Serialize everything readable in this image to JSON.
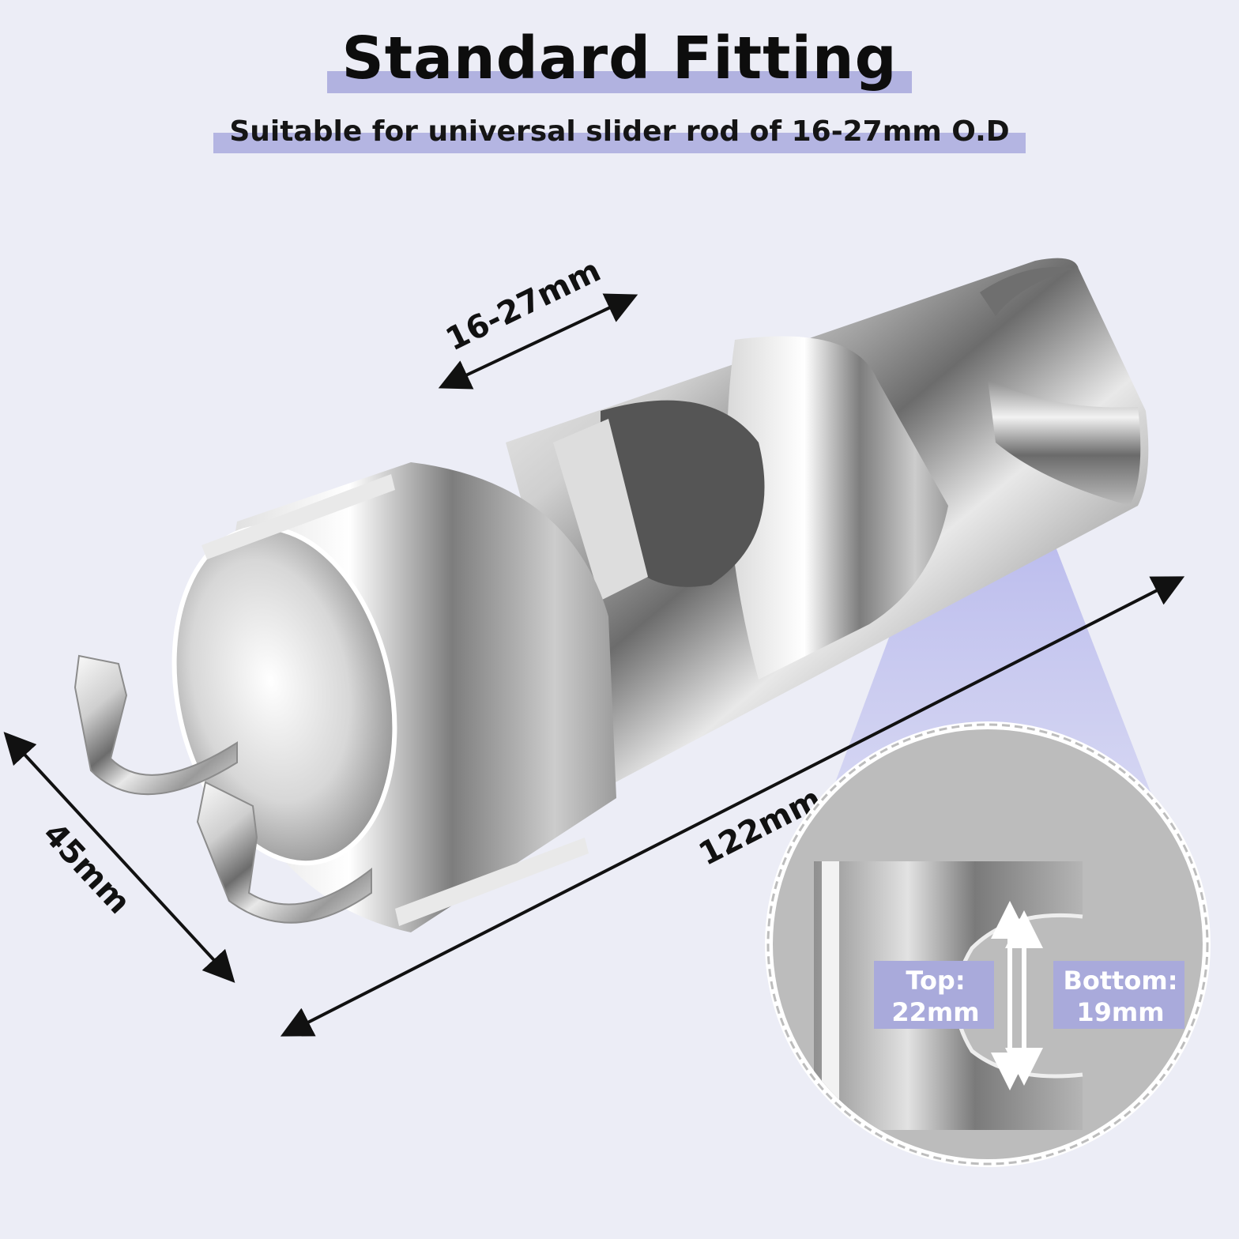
{
  "header": {
    "title": "Standard Fitting",
    "subtitle": "Suitable for universal slider rod of 16-27mm O.D"
  },
  "dimensions": {
    "rod_range": "16-27mm",
    "height": "45mm",
    "length": "122mm"
  },
  "zoom": {
    "top_label": "Top:",
    "top_value": "22mm",
    "bottom_label": "Bottom:",
    "bottom_value": "19mm"
  },
  "colors": {
    "background": "#ecedf6",
    "highlight": "#b1b2e0",
    "label_box": "#a9aadb",
    "arrow": "#111111"
  }
}
